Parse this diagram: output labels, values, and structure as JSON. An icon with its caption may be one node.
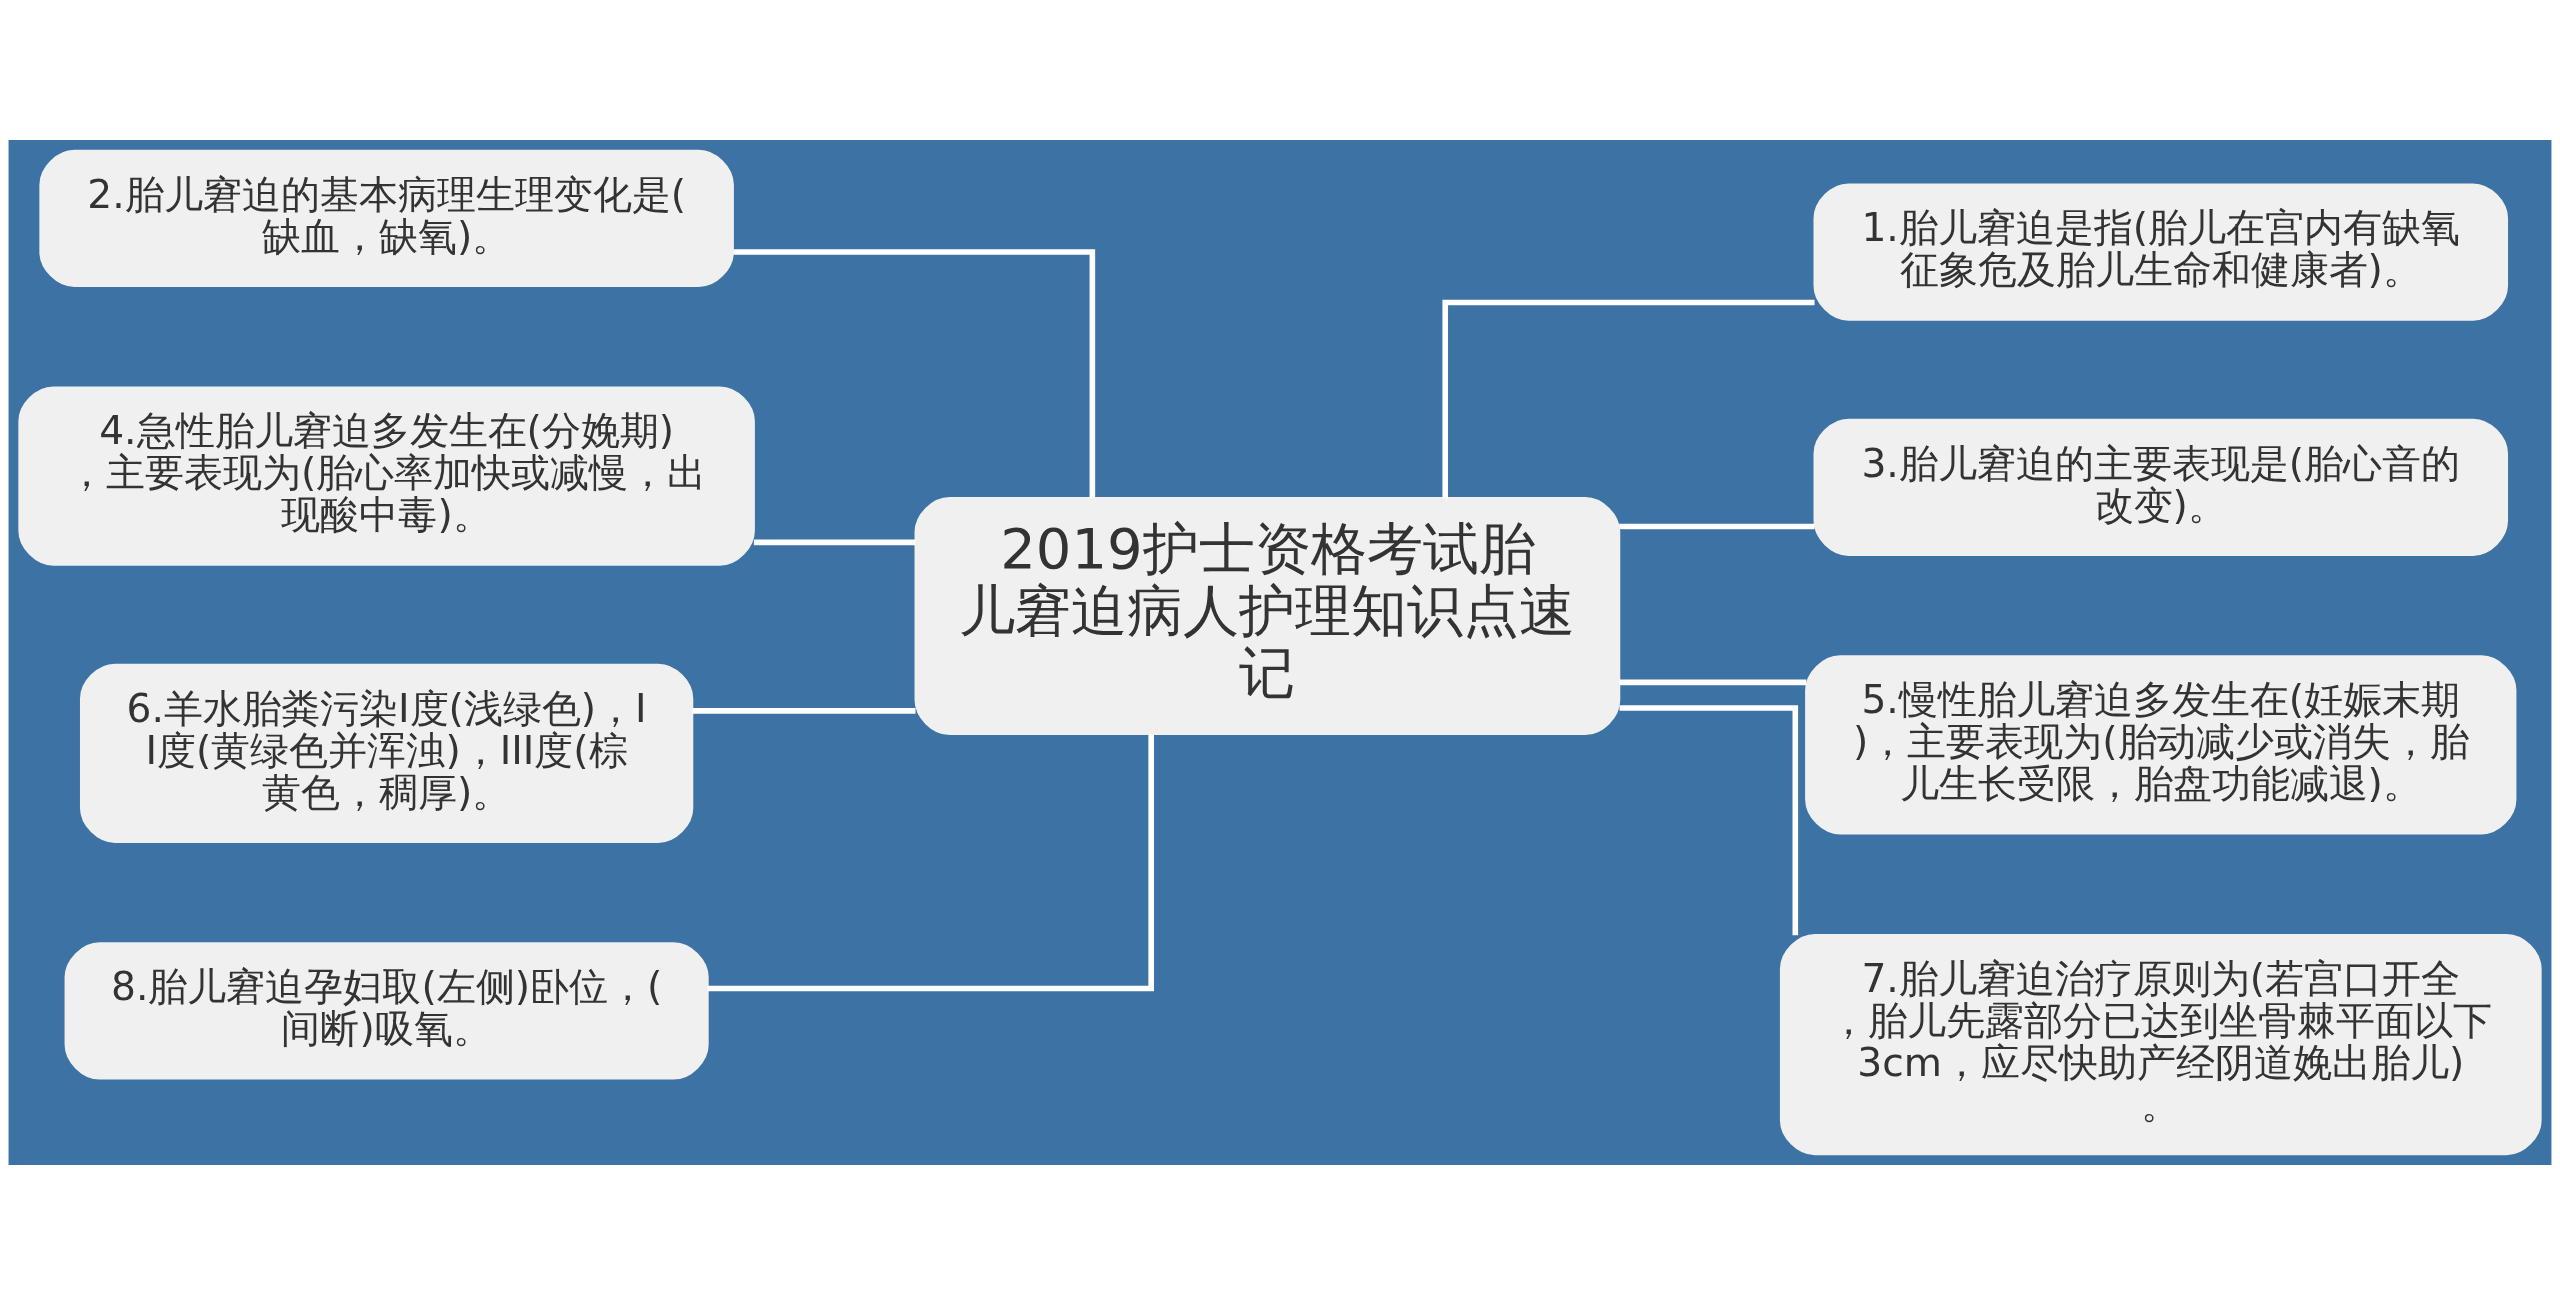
{
  "diagram": {
    "nodes": [
      {
        "text": [
          "2019护士资格考试胎儿窘迫病人护理知识点速记"
        ]
      },
      {
        "text": [
          "1.胎儿窘迫是指(胎儿在宫内有缺氧征象危及胎儿生命和健康者)。"
        ]
      },
      {
        "text": [
          "2.胎儿窘迫的基本病理生理变化是(缺血，缺氧)。"
        ]
      },
      {
        "text": [
          "3.胎儿窘迫的主要表现是(胎心音的改变)。"
        ]
      },
      {
        "text": [
          "4.急性胎儿窘迫多发生在(分娩期)，主要表现为(胎心率加快或减慢，出现酸中毒)。"
        ]
      },
      {
        "text": [
          "5.慢性胎儿窘迫多发生在(妊娠末期)，主要表现为(胎动减少或消失，胎儿生长受限，胎盘功能减退)。"
        ]
      },
      {
        "text": [
          "6.羊水胎粪污染I度(浅绿色)，II度(黄绿色并浑浊)，III度(棕黄色，稠厚)。"
        ]
      },
      {
        "text": [
          "7.胎儿窘迫治疗原则为(若宫口开全，胎儿先露部分已达到坐骨棘平面以下3cm，应尽快助产经阴道娩出胎儿)。"
        ]
      },
      {
        "text": [
          "8.胎儿窘迫孕妇取(左侧)卧位，(间断)吸氧。"
        ]
      }
    ],
    "edges": [
      {
        "from": 0,
        "to": 1,
        "arrow": "none"
      },
      {
        "from": 0,
        "to": 2,
        "arrow": "none"
      },
      {
        "from": 0,
        "to": 3,
        "arrow": "none"
      },
      {
        "from": 0,
        "to": 4,
        "arrow": "none"
      },
      {
        "from": 0,
        "to": 5,
        "arrow": "none"
      },
      {
        "from": 0,
        "to": 6,
        "arrow": "none"
      },
      {
        "from": 0,
        "to": 7,
        "arrow": "none"
      },
      {
        "from": 0,
        "to": 8,
        "arrow": "none"
      }
    ]
  }
}
